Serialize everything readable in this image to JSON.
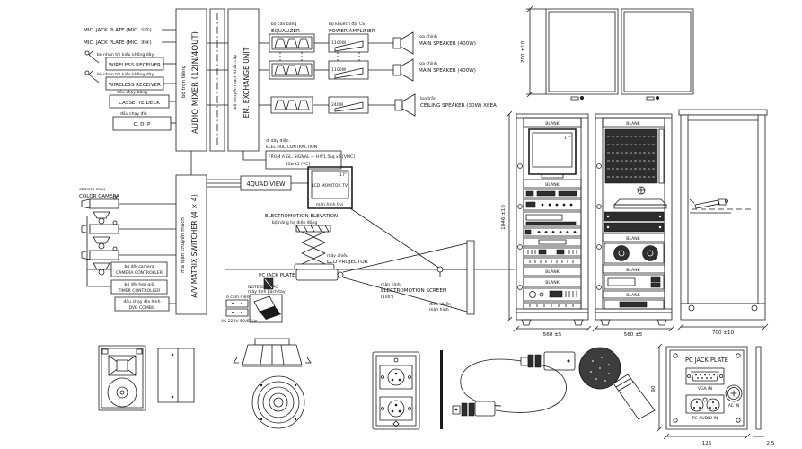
{
  "audio_sources": {
    "mic_jack_1": "MIC. JACK PLATE (MIC. ①②)",
    "mic_jack_2": "MIC. JACK PLATE (MIC. ③④)",
    "wireless_note": "bộ nhận t/h kiểu không dây",
    "wireless_receiver": "WIRELESS RECEIVER",
    "cassette_note": "đầu chạy băng",
    "cassette_deck": "CASSETTE DECK",
    "cdp_note": "đầu chạy đĩa",
    "cdp": "C. D. P"
  },
  "mixer": {
    "vn": "bộ trộn tiếng",
    "en": "AUDIO MIXER (12IN/4OUT)"
  },
  "exchange": {
    "vn": "bộ chuyển mạch khẩn cấp",
    "en": "EM. EXCHANGE UNIT"
  },
  "processing": {
    "equalizer_vn": "bộ cân bằng",
    "equalizer": "EQUALIZER",
    "amplifier_vn": "bộ khuếch đại CS",
    "amplifier": "POWER AMPLIFIER",
    "amp1_power": "1100W",
    "amp2_power": "1100W",
    "amp3_power": "240W"
  },
  "speakers": {
    "main_vn": "loa chính",
    "main_1": "MAIN SPEAKER (400W)",
    "main_2": "MAIN SPEAKER (400W)",
    "ceiling_vn": "loa trần",
    "ceiling": "CEILING SPEAKER (30W) X8EA"
  },
  "electric_note": {
    "vn": "đi dây điện",
    "title": "ELECTRIC CONTRACTION",
    "line1": "FROM A GL. SIGNAL — HIV1.5sq x6 [VMC]",
    "line2": "22ø x1 [VC]"
  },
  "video": {
    "quad_view": "4QUAD VIEW",
    "monitor_size": "17\"",
    "monitor": "LCD MONITOR TV",
    "monitor_vn": "màn hình tivi",
    "elevation": "ELECTROMOTION ELEVATION",
    "elevation_vn": "bộ nâng hạ điện động",
    "projector_vn": "máy chiếu",
    "projector": "LCD PROJECTOR",
    "screen_vn": "màn hình",
    "screen": "ELECTROMOTION SCREEN",
    "screen_size": "(100\")",
    "screen_ctrl1": "điều khiển",
    "screen_ctrl2": "màn hình",
    "pc_jack": "PC JACK PLATE",
    "notebook": "NOTEBOOK PC",
    "notebook_vn": "máy tính xách tay",
    "outlet_vn": "ổ cắm điện",
    "outlet_note": "AC 220V 50/60Hz"
  },
  "av": {
    "camera_vn": "camera màu",
    "camera": "COLOR CAMERA",
    "cam_ctrl_vn": "bộ đ/k camera",
    "cam_ctrl": "CAMERA CONTROLLER",
    "timer_ctrl_vn": "bộ đ/k hẹn giờ",
    "timer_ctrl": "TIMER CONTROLLER",
    "dvd_vn": "đầu chạy đĩa hình",
    "dvd": "DVD COMBO",
    "matrix_vn": "ma trận chuyển mạch",
    "matrix": "A/V MATRIX SWITCHER (4 × 4)"
  },
  "racks": {
    "blank": "BLANK",
    "monitor_size": "17\"",
    "dim_width_1": "560 ±5",
    "dim_width_2": "560 ±5",
    "dim_height": "1846 ±10",
    "plan_dim": "700 ±10",
    "cabinet_dim": "700 ±10"
  },
  "pc_plate_detail": {
    "title": "PC JACK PLATE",
    "vga_label": "VGA IN",
    "power_label": "AC IN",
    "audio_label": "PC AUDIO IN",
    "dim_h": "90",
    "dim_w": "125",
    "dim_t": "2.5"
  }
}
